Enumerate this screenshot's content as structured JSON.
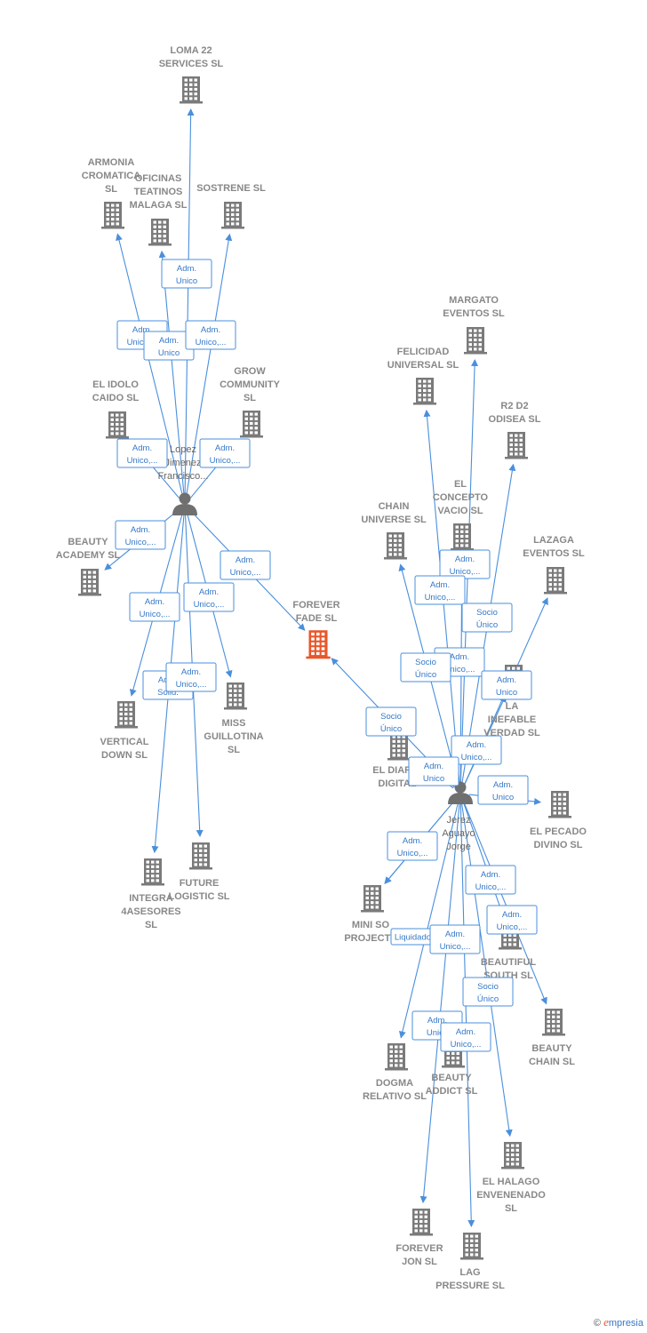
{
  "nodes": [
    {
      "id": "loma22",
      "label": [
        "LOMA 22",
        "SERVICES  SL"
      ],
      "type": "company"
    },
    {
      "id": "armonia",
      "label": [
        "ARMONIA",
        "CROMATICA",
        "SL"
      ],
      "type": "company"
    },
    {
      "id": "oficinas",
      "label": [
        "OFICINAS",
        "TEATINOS",
        "MALAGA SL"
      ],
      "type": "company"
    },
    {
      "id": "sostrene",
      "label": [
        "SOSTRENE  SL"
      ],
      "type": "company"
    },
    {
      "id": "elidolo",
      "label": [
        "EL IDOLO",
        "CAIDO  SL"
      ],
      "type": "company"
    },
    {
      "id": "grow",
      "label": [
        "GROW",
        "COMMUNITY",
        "SL"
      ],
      "type": "company"
    },
    {
      "id": "lopez",
      "label": [
        "Lopez",
        "Jimenez",
        "Francisco..."
      ],
      "type": "person"
    },
    {
      "id": "beautyacademy",
      "label": [
        "BEAUTY",
        "ACADEMY SL"
      ],
      "type": "company"
    },
    {
      "id": "foreverfade",
      "label": [
        "FOREVER",
        "FADE  SL"
      ],
      "type": "main"
    },
    {
      "id": "vertical",
      "label": [
        "VERTICAL",
        "DOWN  SL"
      ],
      "type": "company"
    },
    {
      "id": "miss",
      "label": [
        "MISS",
        "GUILLOTINA",
        "SL"
      ],
      "type": "company"
    },
    {
      "id": "integra",
      "label": [
        "INTEGRA",
        "4ASESORES",
        "SL"
      ],
      "type": "company"
    },
    {
      "id": "future",
      "label": [
        "FUTURE",
        "LOGISTIC  SL"
      ],
      "type": "company"
    },
    {
      "id": "margato",
      "label": [
        "MARGATO",
        "EVENTOS  SL"
      ],
      "type": "company"
    },
    {
      "id": "felicidad",
      "label": [
        "FELICIDAD",
        "UNIVERSAL  SL"
      ],
      "type": "company"
    },
    {
      "id": "r2d2",
      "label": [
        "R2 D2",
        "ODISEA  SL"
      ],
      "type": "company"
    },
    {
      "id": "elconcepto",
      "label": [
        "EL",
        "CONCEPTO",
        "VACIO  SL"
      ],
      "type": "company"
    },
    {
      "id": "chain",
      "label": [
        "CHAIN",
        "UNIVERSE  SL"
      ],
      "type": "company"
    },
    {
      "id": "lazaga",
      "label": [
        "LAZAGA",
        "EVENTOS  SL"
      ],
      "type": "company"
    },
    {
      "id": "lainefable",
      "label": [
        "LA",
        "INEFABLE",
        "VERDAD  SL"
      ],
      "type": "company"
    },
    {
      "id": "eldiario",
      "label": [
        "EL DIARIO",
        "DIGITAL"
      ],
      "type": "company"
    },
    {
      "id": "jerez",
      "label": [
        "Jerez",
        "Aguayo",
        "Jorge"
      ],
      "type": "person"
    },
    {
      "id": "pecado",
      "label": [
        "EL PECADO",
        "DIVINO  SL"
      ],
      "type": "company"
    },
    {
      "id": "miniso",
      "label": [
        "MINI SO",
        "PROJECTS"
      ],
      "type": "company"
    },
    {
      "id": "beautiful",
      "label": [
        "BEAUTIFUL",
        "SOUTH  SL"
      ],
      "type": "company"
    },
    {
      "id": "beautychain",
      "label": [
        "BEAUTY",
        "CHAIN  SL"
      ],
      "type": "company"
    },
    {
      "id": "dogma",
      "label": [
        "DOGMA",
        "RELATIVO  SL"
      ],
      "type": "company"
    },
    {
      "id": "beautyaddict",
      "label": [
        "BEAUTY",
        "ADDICT  SL"
      ],
      "type": "company"
    },
    {
      "id": "halago",
      "label": [
        "EL HALAGO",
        "ENVENENADO",
        "SL"
      ],
      "type": "company"
    },
    {
      "id": "foreverjon",
      "label": [
        "FOREVER",
        "JON  SL"
      ],
      "type": "company"
    },
    {
      "id": "lag",
      "label": [
        "LAG",
        "PRESSURE  SL"
      ],
      "type": "company"
    }
  ],
  "relations": [
    {
      "from": "lopez",
      "to": "loma22",
      "label": [
        "Adm.",
        "Unico"
      ]
    },
    {
      "from": "lopez",
      "to": "armonia",
      "label": [
        "Adm.",
        "Unico,..."
      ]
    },
    {
      "from": "lopez",
      "to": "oficinas",
      "label": [
        "Adm.",
        "Unico"
      ]
    },
    {
      "from": "lopez",
      "to": "sostrene",
      "label": [
        "Adm.",
        "Unico,..."
      ]
    },
    {
      "from": "lopez",
      "to": "elidolo",
      "label": [
        "Adm.",
        "Unico,..."
      ]
    },
    {
      "from": "lopez",
      "to": "grow",
      "label": [
        "Adm.",
        "Unico,..."
      ]
    },
    {
      "from": "lopez",
      "to": "beautyacademy",
      "label": [
        "Adm.",
        "Unico,..."
      ]
    },
    {
      "from": "lopez",
      "to": "foreverfade",
      "label": [
        "Adm.",
        "Unico,..."
      ]
    },
    {
      "from": "lopez",
      "to": "vertical",
      "label": [
        "Adm.",
        "Unico,..."
      ]
    },
    {
      "from": "lopez",
      "to": "miss",
      "label": [
        "Adm.",
        "Unico,..."
      ]
    },
    {
      "from": "lopez",
      "to": "integra",
      "label": [
        "Adm.",
        "Solid."
      ]
    },
    {
      "from": "lopez",
      "to": "future",
      "label": [
        "Adm.",
        "Unico,..."
      ]
    },
    {
      "from": "jerez",
      "to": "margato",
      "label": [
        "Adm.",
        "Unico,..."
      ]
    },
    {
      "from": "jerez",
      "to": "felicidad",
      "label": [
        "Adm.",
        "Unico,..."
      ]
    },
    {
      "from": "jerez",
      "to": "r2d2",
      "label": [
        "Socio",
        "Único"
      ]
    },
    {
      "from": "jerez",
      "to": "elconcepto",
      "label": [
        "Adm.",
        "Unico,..."
      ]
    },
    {
      "from": "jerez",
      "to": "chain",
      "label": [
        "Socio",
        "Único"
      ]
    },
    {
      "from": "jerez",
      "to": "lazaga",
      "label": [
        "Adm.",
        "Unico"
      ]
    },
    {
      "from": "jerez",
      "to": "lainefable",
      "label": [
        "Adm.",
        "Unico,..."
      ]
    },
    {
      "from": "jerez",
      "to": "foreverfade",
      "label": [
        "Socio",
        "Único"
      ]
    },
    {
      "from": "jerez",
      "to": "eldiario",
      "label": [
        "Adm.",
        "Unico"
      ]
    },
    {
      "from": "jerez",
      "to": "pecado",
      "label": [
        "Adm.",
        "Unico"
      ]
    },
    {
      "from": "jerez",
      "to": "miniso",
      "label": [
        "Adm.",
        "Unico,..."
      ]
    },
    {
      "from": "jerez",
      "to": "beautiful",
      "label": [
        "Adm.",
        "Unico,..."
      ]
    },
    {
      "from": "jerez",
      "to": "beautychain",
      "label": [
        "Adm.",
        "Unico,..."
      ]
    },
    {
      "from": "jerez",
      "to": "halago",
      "label": [
        "Socio",
        "Único"
      ]
    },
    {
      "from": "jerez",
      "to": "miniso",
      "label": [
        "Liquidador"
      ]
    },
    {
      "from": "jerez",
      "to": "dogma",
      "label": [
        "Adm.",
        "Unico,..."
      ]
    },
    {
      "from": "jerez",
      "to": "foreverjon",
      "label": [
        "Adm.",
        "Unico"
      ]
    },
    {
      "from": "jerez",
      "to": "lag",
      "label": [
        "Adm.",
        "Unico,..."
      ]
    }
  ],
  "colors": {
    "edge": "#4a8fdc",
    "company_icon": "#7a7a7a",
    "main_icon": "#e8572a",
    "person_icon": "#6f6f6f",
    "label_text": "#888888",
    "box_text": "#3578c8"
  },
  "brand": {
    "copyright": "©",
    "name": "mpresia",
    "initial": "e"
  }
}
